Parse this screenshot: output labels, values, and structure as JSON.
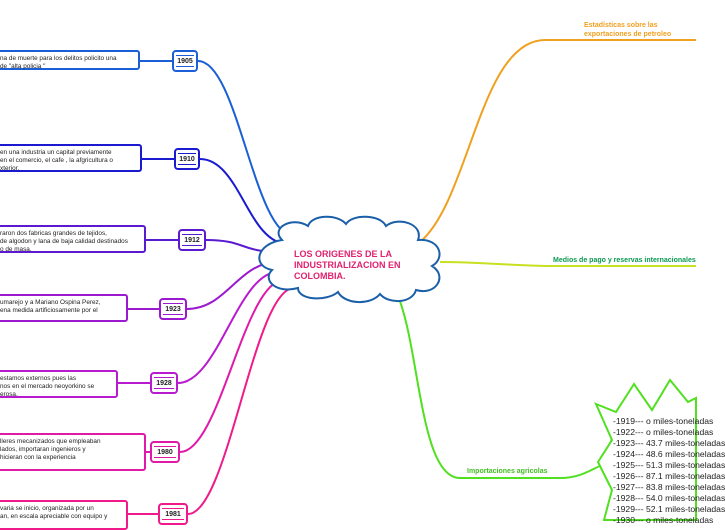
{
  "central": {
    "title": "LOS ORIGENES DE LA INDUSTRIALIZACION EN COLOMBIA."
  },
  "topics": {
    "export_stats": "Estadísticas sobre las exportaciones de petroleo",
    "payment_means": "Medios de pago y reservas internacionales",
    "agricultural_imports": "Importaciones agricolas"
  },
  "timeline": [
    {
      "year": "1905",
      "text": "na de muerte para los delitos policito una\nde \"alta policia \""
    },
    {
      "year": "1910",
      "text": "en una industria un capital previamente\nen el comercio, el cafe , la afgricultura o\nxterior."
    },
    {
      "year": "1912",
      "text": "raron dos fabricas grandes de tejidos,\nde algodon y lana de baja calidad destinados\no de masa."
    },
    {
      "year": "1923",
      "text": "umarejo y a Mariano Ospina Perez,\nena medida artificiosamente por el"
    },
    {
      "year": "1928",
      "text": "estamos externos pues las\nnos en el mercado neoyorkino se\nerosa."
    },
    {
      "year": "1980",
      "text": "lleres mecanizados que empleaban\nlados, importaran ingenieros y\nhicieran con la experiencia"
    },
    {
      "year": "1981",
      "text": "varia se inicio, organizada por un\nan, en escala apreciable con equipo y"
    }
  ],
  "imports_stats": [
    "-1919--- o miles-toneladas",
    "-1922--- o miles-toneladas",
    "-1923--- 43.7 miles-toneladas",
    "-1924--- 48.6 miles-toneladas",
    "-1925--- 51.3 miles-toneladas",
    "-1926--- 87.1 miles-toneladas",
    "-1927--- 83.8 miles-toneladas",
    "-1928--- 54.0 miles-toneladas",
    "-1929--- 52.1 miles-toneladas",
    "-1930--- o miles-toneladas"
  ],
  "colors": {
    "central_border": "#1a5fa8",
    "central_title": "#e0216f",
    "branch_1905": "#1a5fd6",
    "branch_1910": "#1a1ad0",
    "branch_1912": "#5a1ad0",
    "branch_1923": "#9b1ad0",
    "branch_1928": "#b81ad0",
    "branch_1980": "#e01aa8",
    "branch_1981": "#f01a8a",
    "export_stats": "#f0a020",
    "payment_means": "#c8e020",
    "agricultural_imports": "#50e020"
  }
}
